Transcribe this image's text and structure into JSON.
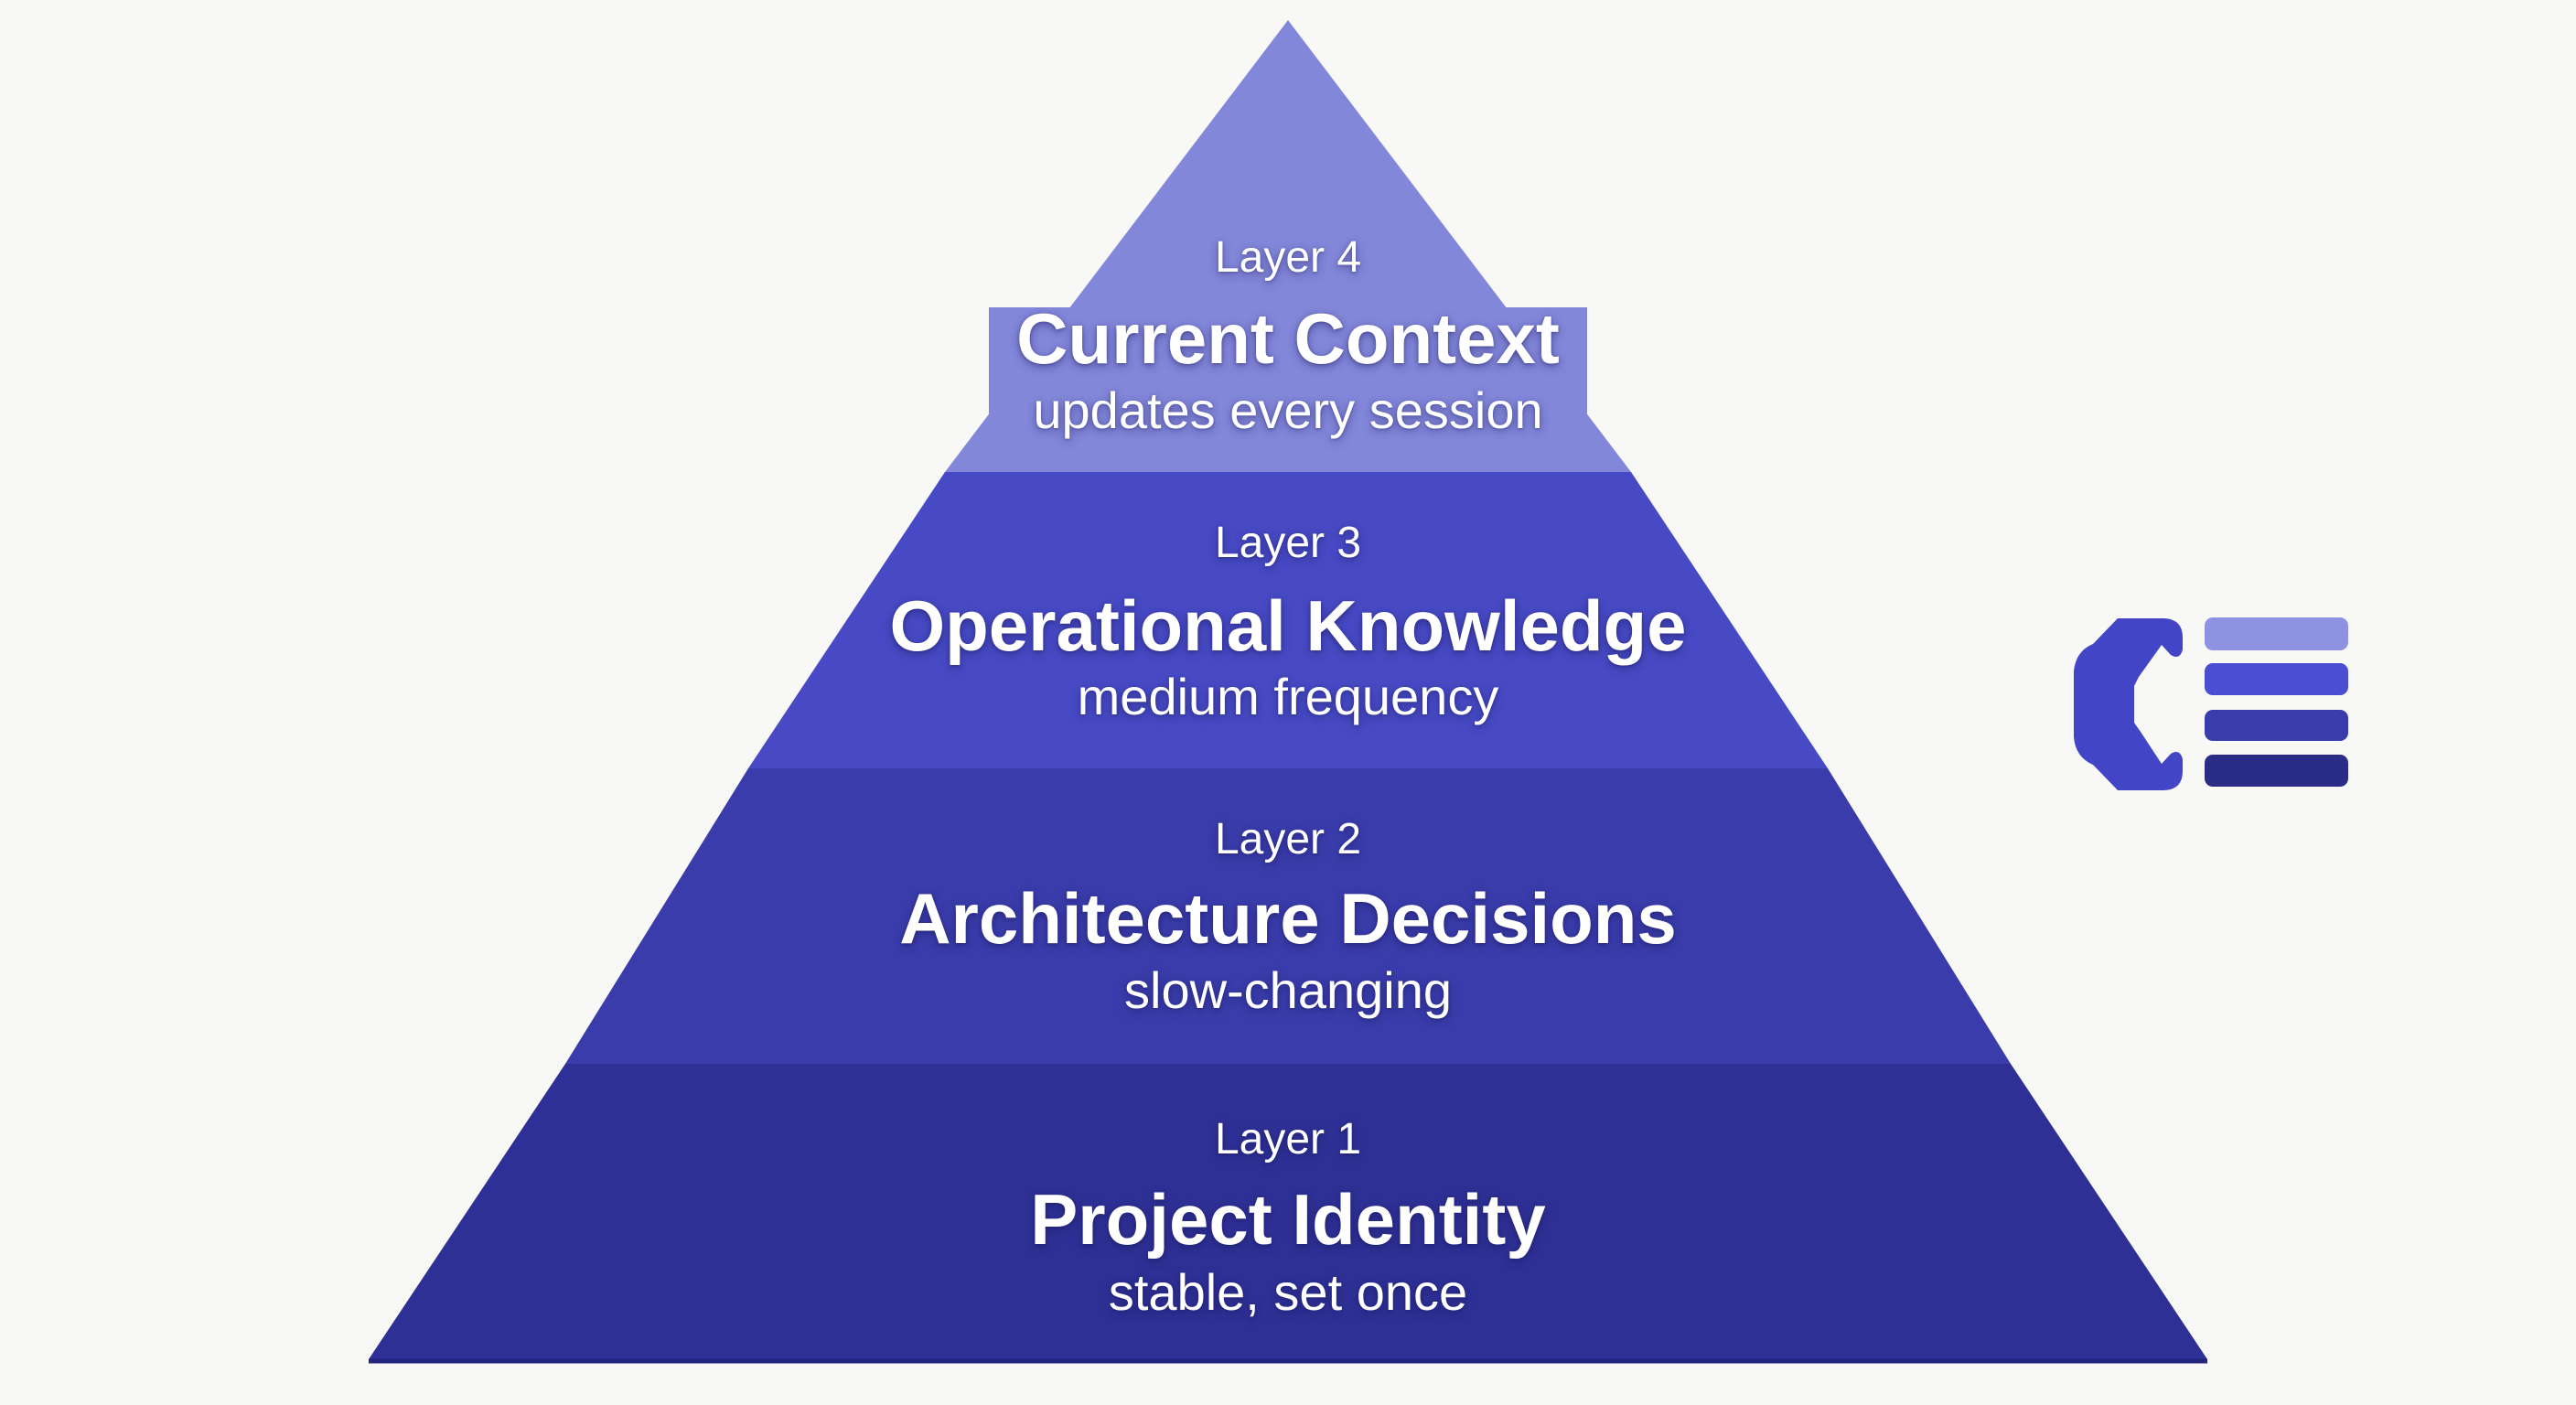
{
  "background_color": "#f8f8f6",
  "pyramid": {
    "layers": [
      {
        "label": "Layer 4",
        "title": "Current Context",
        "subtitle": "updates every session",
        "color": "#8387da"
      },
      {
        "label": "Layer 3",
        "title": "Operational Knowledge",
        "subtitle": "medium frequency",
        "color": "#474ac4"
      },
      {
        "label": "Layer 2",
        "title": "Architecture Decisions",
        "subtitle": "slow-changing",
        "color": "#3a3cab"
      },
      {
        "label": "Layer 1",
        "title": "Project Identity",
        "subtitle": "stable, set once",
        "color": "#2e3095"
      }
    ],
    "base_edge_color": "#23257d"
  },
  "logo": {
    "glyph_color": "#4345c7",
    "bar_colors": [
      "#8f92e2",
      "#4a4ed0",
      "#393cab",
      "#2a2c86"
    ]
  }
}
